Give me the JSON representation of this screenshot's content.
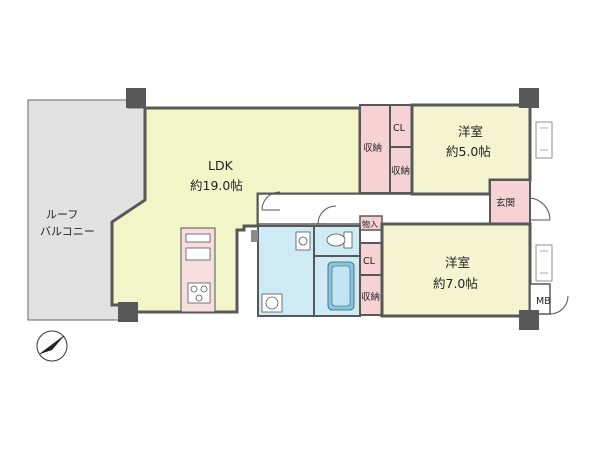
{
  "colors": {
    "wall": "#585858",
    "ldk_floor": "#f2f5c8",
    "bedroom_floor": "#f4f5d0",
    "storage_floor": "#f6d2d4",
    "wet_area_floor": "#cdeaf5",
    "genkan_floor": "#f6d2d4",
    "balcony_floor": "#e2e2e2"
  },
  "rooms": {
    "roof_balcony": {
      "line1": "ルーフ",
      "line2": "バルコニー"
    },
    "ldk": {
      "name": "LDK",
      "size": "約19.0帖"
    },
    "bedroom_north": {
      "name": "洋室",
      "size": "約5.0帖"
    },
    "bedroom_south": {
      "name": "洋室",
      "size": "約7.0帖"
    },
    "genkan": "玄関",
    "storage_north_a": "収納",
    "storage_north_b": "収納",
    "storage_south": "収納",
    "closet_north": "CL",
    "closet_south": "CL",
    "mono_ire": "物入",
    "meter_box": "MB"
  },
  "icons": [
    "north-compass-icon",
    "kitchen-stove-icon",
    "bathtub-icon",
    "toilet-icon",
    "washbasin-icon",
    "washing-machine-icon",
    "air-conditioner-icon"
  ]
}
